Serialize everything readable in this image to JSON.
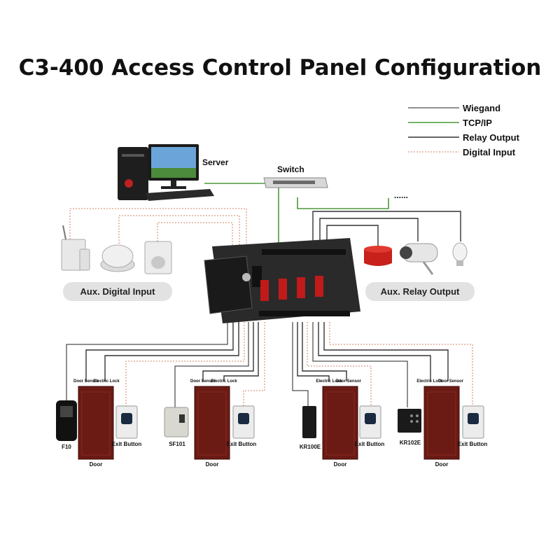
{
  "title": "C3-400 Access Control Panel Configuration",
  "legend": [
    {
      "label": "Wiegand",
      "color": "#222222",
      "style": "solid-thin"
    },
    {
      "label": "TCP/IP",
      "color": "#4a9a3a",
      "style": "solid"
    },
    {
      "label": "Relay Output",
      "color": "#333333",
      "style": "solid-thick"
    },
    {
      "label": "Digital Input",
      "color": "#d08060",
      "style": "dotted"
    }
  ],
  "server_label": "Server",
  "switch_label": "Switch",
  "more": "......",
  "aux_digital_input": "Aux. Digital Input",
  "aux_relay_output": "Aux. Relay Output",
  "units": [
    {
      "reader": "F10",
      "door_sensor": "Door Sensor",
      "electric_lock": "Electric Lock",
      "door": "Door",
      "exit_button": "Exit Button"
    },
    {
      "reader": "SF101",
      "door_sensor": "Door Sensor",
      "electric_lock": "Electric Lock",
      "door": "Door",
      "exit_button": "Exit Button"
    },
    {
      "reader": "KR100E",
      "door_sensor": "Door Sensor",
      "electric_lock": "Electric Lock",
      "door": "Door",
      "exit_button": "Exit Button"
    },
    {
      "reader": "KR102E",
      "door_sensor": "Door Sensor",
      "electric_lock": "Electric Lock",
      "door": "Door",
      "exit_button": "Exit Button"
    }
  ],
  "colors": {
    "door": "#6b1a14",
    "tcp": "#4a9a3a",
    "digital": "#d08060",
    "board": "#2a2a2a"
  }
}
